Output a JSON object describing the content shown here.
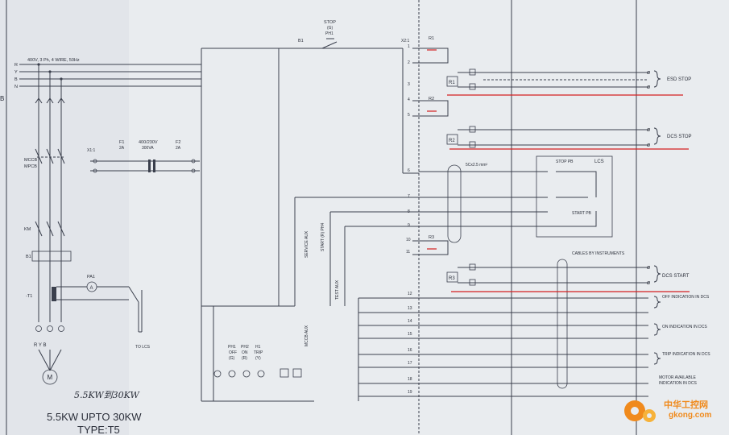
{
  "diagram": {
    "supply": "400V, 3 Ph, 4 WIRE, 50Hz",
    "phases": [
      "R",
      "Y",
      "B",
      "N"
    ],
    "left_edge": "B",
    "breaker": {
      "l1": "MCCB",
      "l2": "MPCB"
    },
    "contactor": "KM",
    "relay": "B1",
    "ct": "-T1",
    "ammeter": "PA1",
    "to_lcs": "TO LCS",
    "motor_terms": "R  Y  B",
    "motor": "M",
    "control_head": {
      "x1": "X1:1",
      "f1": "F1",
      "f1_rating": "2A",
      "transformer": "400/230V",
      "transformer_va": "300VA",
      "f2": "F2",
      "f2_rating": "2A"
    },
    "stop_button": {
      "label": "STOP",
      "color": "(G)",
      "tag": "PH1"
    },
    "b1_top": "B1",
    "x2_1": "X2:1",
    "relays": [
      "R1",
      "R2",
      "R3"
    ],
    "term_numbers": [
      "1",
      "2",
      "3",
      "4",
      "5",
      "6",
      "7",
      "8",
      "9",
      "10",
      "11"
    ],
    "lower_terms": [
      "12",
      "13",
      "14",
      "15",
      "16",
      "17",
      "18",
      "19"
    ],
    "esd_tag": "R1",
    "dcs_stop_tag": "R2",
    "dcs_start_tag": "R3",
    "esd_stop": "ESD STOP",
    "dcs_stop": "DCS STOP",
    "dcs_start": "DCS START",
    "cable": "5Cx2.5 mm²",
    "lcs": {
      "title": "LCS",
      "stop_pb": "STOP PB",
      "start_pb": "START PB"
    },
    "cables_by": "CABLES BY INSTRUMENTS",
    "aux": {
      "service": "SERVICE AUX",
      "start": "START (R) PH4",
      "test": "TEST AUX"
    },
    "lamps": [
      {
        "tag": "PH1",
        "state": "OFF",
        "color": "(G)"
      },
      {
        "tag": "PH2",
        "state": "ON",
        "color": "(R)"
      },
      {
        "tag": "H1",
        "state": "TRIP",
        "color": "(Y)"
      }
    ],
    "mccb_aux": "MCCB AUX",
    "indications": [
      "OFF INDICATION IN DCS",
      "ON INDICATION IN DCS",
      "TRIP INDICATION IN DCS",
      "MOTOR AVAILABLE INDICATION IN DCS"
    ],
    "handwritten": "5.5KW到30KW",
    "title": "5.5KW UPTO 30KW",
    "type": "TYPE:T5"
  },
  "watermark": {
    "line1": "中华工控网",
    "line2": "gkong.com"
  },
  "colors": {
    "paper": "#e9ecef",
    "ink": "#3a3f4c",
    "markup": "#d42020",
    "logo": "#f08a1c"
  }
}
